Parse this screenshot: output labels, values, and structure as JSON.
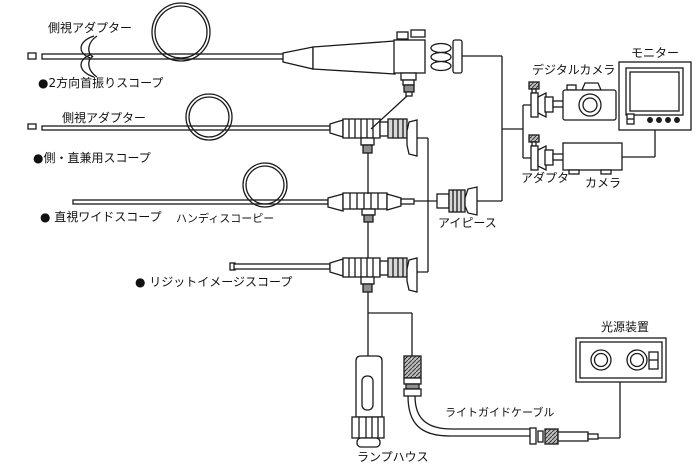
{
  "labels": {
    "side_adapter_1": "側視アダプター",
    "scope_2way": "●2方向首振りスコープ",
    "side_adapter_2": "側視アダプター",
    "scope_side_straight": "●側・直兼用スコープ",
    "scope_wide": "● 直視ワイドスコープ",
    "handy_scopy": "ハンディスコーピー",
    "scope_rigid": "● リジットイメージスコープ",
    "digital_camera": "デジタルカメラ",
    "monitor": "モニター",
    "adapter": "アダプタ",
    "camera": "カメラ",
    "eyepiece": "アイピース",
    "light_source": "光源装置",
    "light_guide_cable": "ライトガイドケーブル",
    "lamp_house": "ランプハウス"
  },
  "colors": {
    "line": "#1a1a1a",
    "metal_gray": "#8f8f8f",
    "knurl_gray": "#d8d8d8",
    "background": "#ffffff"
  }
}
